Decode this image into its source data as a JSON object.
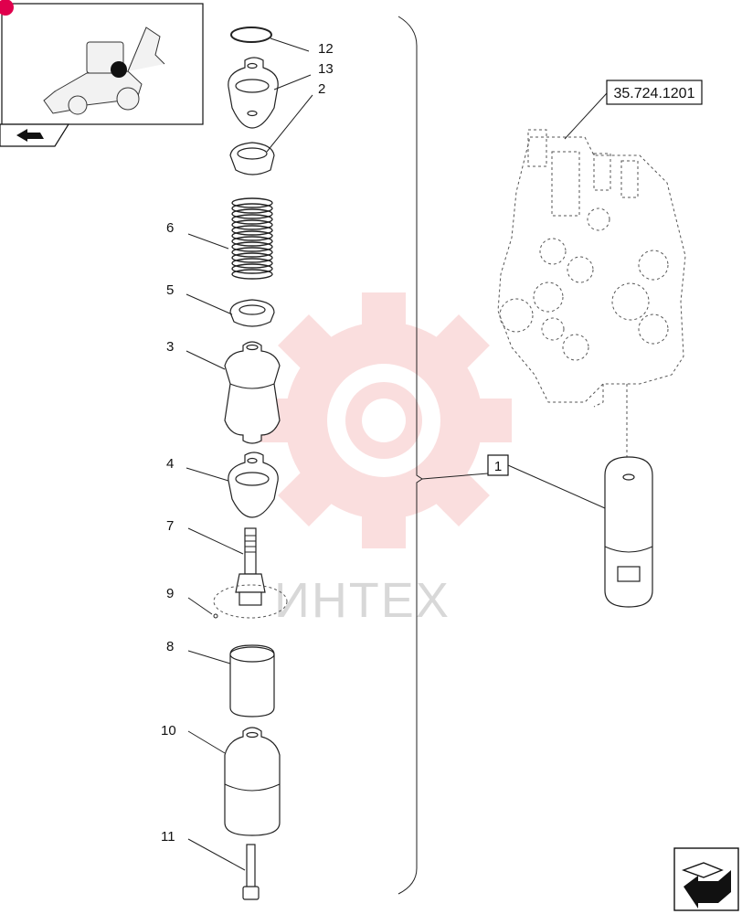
{
  "watermark": {
    "text": "ИНТЕХ",
    "color": "#f2a3a3"
  },
  "reference_box": {
    "text": "35.724.1201"
  },
  "assembly_label": {
    "text": "1"
  },
  "callouts": [
    {
      "id": "c12",
      "text": "12"
    },
    {
      "id": "c13",
      "text": "13"
    },
    {
      "id": "c2",
      "text": "2"
    },
    {
      "id": "c6",
      "text": "6"
    },
    {
      "id": "c5",
      "text": "5"
    },
    {
      "id": "c3",
      "text": "3"
    },
    {
      "id": "c4",
      "text": "4"
    },
    {
      "id": "c7",
      "text": "7"
    },
    {
      "id": "c9",
      "text": "9"
    },
    {
      "id": "c8",
      "text": "8"
    },
    {
      "id": "c10",
      "text": "10"
    },
    {
      "id": "c11",
      "text": "11"
    }
  ],
  "icons": {
    "thumbnail": "backhoe-loader-icon",
    "corner_nav": "next-page-arrow-icon",
    "thumb_nav": "back-arrow-icon"
  }
}
